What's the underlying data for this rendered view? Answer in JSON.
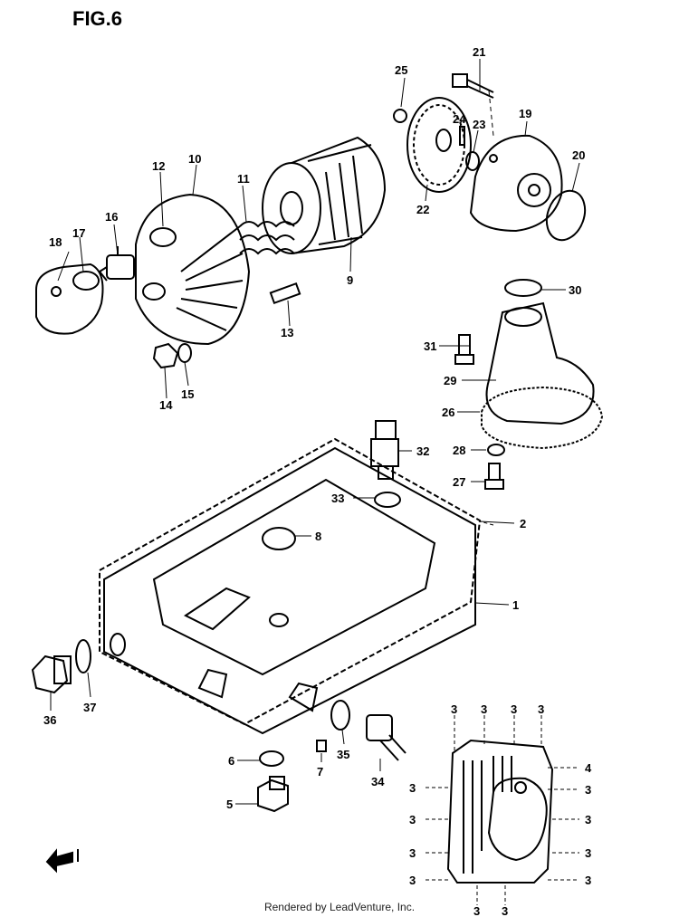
{
  "figure": {
    "title": "FIG.6",
    "credit": "Rendered by LeadVenture, Inc."
  },
  "callouts": [
    "1",
    "2",
    "3",
    "4",
    "5",
    "6",
    "7",
    "8",
    "9",
    "10",
    "11",
    "12",
    "13",
    "14",
    "15",
    "16",
    "17",
    "18",
    "19",
    "20",
    "21",
    "22",
    "23",
    "24",
    "25",
    "26",
    "27",
    "28",
    "29",
    "30",
    "31",
    "32",
    "33",
    "34",
    "35",
    "36",
    "37"
  ]
}
